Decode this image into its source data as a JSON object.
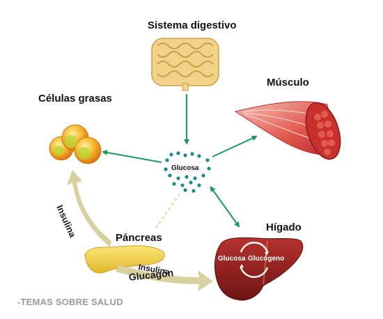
{
  "labels": {
    "digestive": "Sistema digestivo",
    "muscle": "Músculo",
    "fat": "Células grasas",
    "glucose": "Glucosa",
    "pancreas": "Páncreas",
    "liver": "Hígado",
    "insulin_left": "Insulina",
    "insulin_bottom": "Insulina",
    "glucagon_bottom": "Glucagón",
    "liver_glucose": "Glucosa",
    "liver_glycogen": "Glucógeno",
    "watermark": "-TEMAS SOBRE SALUD"
  },
  "icons": {
    "digestive": "intestine-icon",
    "muscle": "muscle-fiber-icon",
    "fat": "fat-cells-icon",
    "glucose": "glucose-dots-icon",
    "pancreas": "pancreas-icon",
    "liver": "liver-icon"
  },
  "colors": {
    "arrow_green": "#1a9a5a",
    "arrow_tan": "#d9d0a0",
    "liver": "#8f1c1c",
    "pancreas": "#f2d44a",
    "muscle": "#e05a52",
    "fat": "#f0a020",
    "intestine": "#f2d189",
    "glucose_dot": "#1b8a8a"
  }
}
